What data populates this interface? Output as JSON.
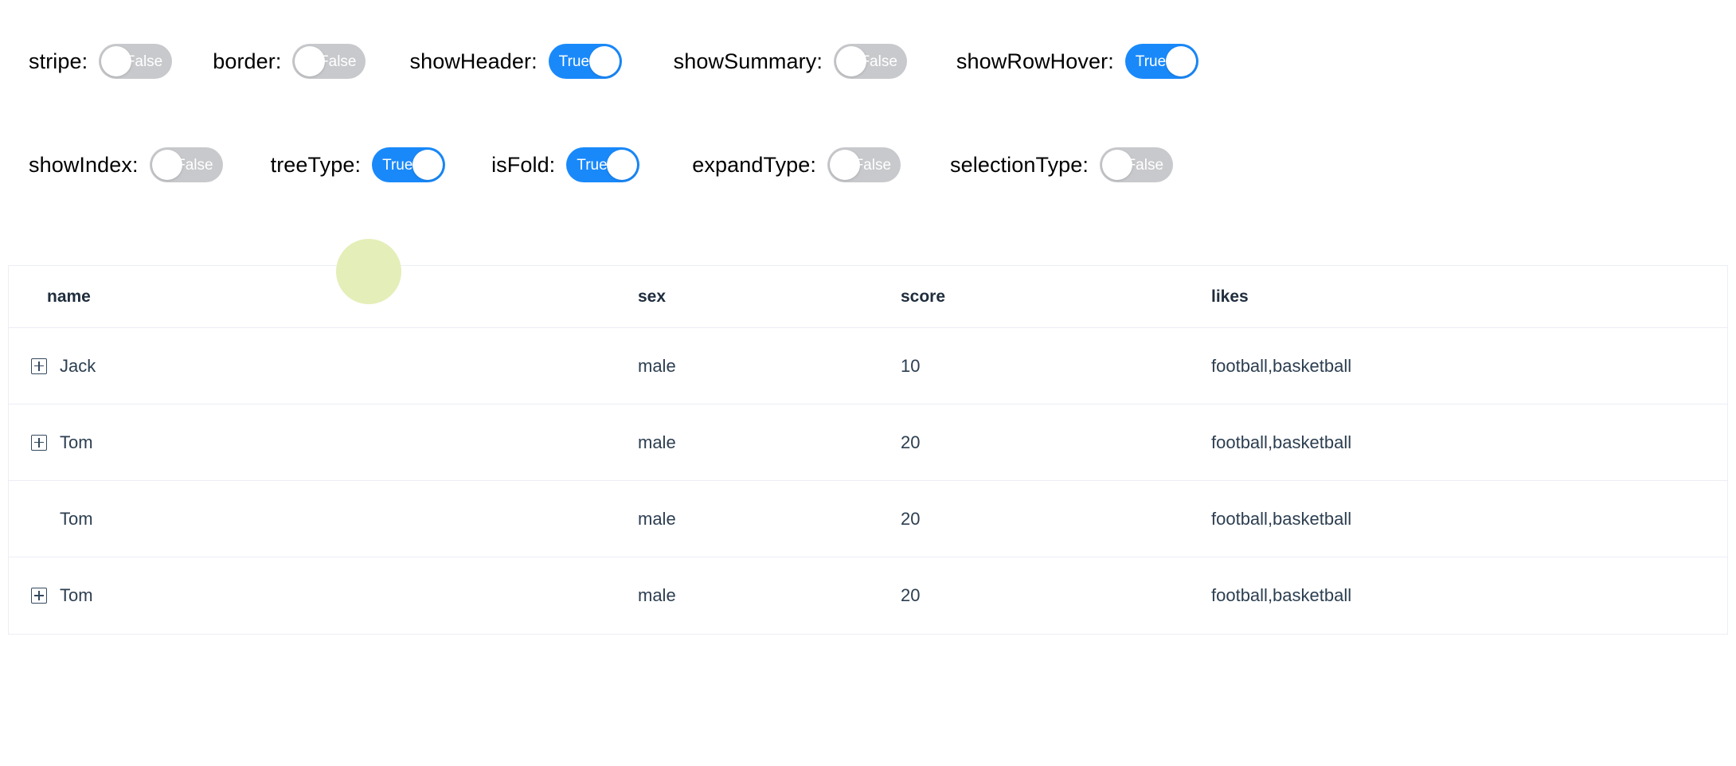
{
  "controls": {
    "rows": [
      [
        {
          "label": "stripe:",
          "value": "False",
          "on": false
        },
        {
          "label": "border:",
          "value": "False",
          "on": false
        },
        {
          "label": "showHeader:",
          "value": "True",
          "on": true
        },
        {
          "label": "showSummary:",
          "value": "False",
          "on": false
        },
        {
          "label": "showRowHover:",
          "value": "True",
          "on": true
        }
      ],
      [
        {
          "label": "showIndex:",
          "value": "False",
          "on": false
        },
        {
          "label": "treeType:",
          "value": "True",
          "on": true
        },
        {
          "label": "isFold:",
          "value": "True",
          "on": true
        },
        {
          "label": "expandType:",
          "value": "False",
          "on": false
        },
        {
          "label": "selectionType:",
          "value": "False",
          "on": false
        }
      ]
    ]
  },
  "table": {
    "columns": [
      {
        "key": "name",
        "label": "name"
      },
      {
        "key": "sex",
        "label": "sex"
      },
      {
        "key": "score",
        "label": "score"
      },
      {
        "key": "likes",
        "label": "likes"
      }
    ],
    "rows": [
      {
        "expandable": true,
        "name": "Jack",
        "sex": "male",
        "score": "10",
        "likes": "football,basketball"
      },
      {
        "expandable": true,
        "name": "Tom",
        "sex": "male",
        "score": "20",
        "likes": "football,basketball"
      },
      {
        "expandable": false,
        "name": "Tom",
        "sex": "male",
        "score": "20",
        "likes": "football,basketball"
      },
      {
        "expandable": true,
        "name": "Tom",
        "sex": "male",
        "score": "20",
        "likes": "football,basketball"
      }
    ]
  },
  "overlay": {
    "cursor_highlight_color": "#e4eeb8"
  },
  "colors": {
    "switch_on": "#1989fa",
    "switch_off": "#c8c9cc",
    "border": "#ebeef5",
    "text": "#2c3e50"
  }
}
